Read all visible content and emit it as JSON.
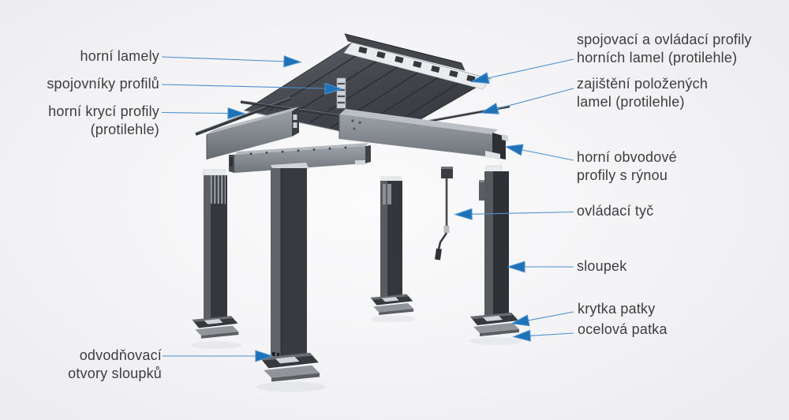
{
  "diagram": {
    "type": "exploded-pergola-parts-diagram",
    "labels": {
      "horni_lamely": "horní lamely",
      "spojovniky_profilu": "spojovníky profilů",
      "horni_kryci_profily": "horní krycí profily\n(protilehle)",
      "odvodnovaci_otvory": "odvodňovací\notvory sloupků",
      "spojovaci_ovladaci": "spojovací a ovládací profily\nhorních lamel (protilehle)",
      "zajisteni_lamel": "zajištění položených\nlamel (protilehle)",
      "horni_obvodove": "horní obvodové\nprofily s rýnou",
      "ovladaci_tyc": "ovládací tyč",
      "sloupek": "sloupek",
      "krytka_patky": "krytka patky",
      "ocelova_patka": "ocelová patka"
    },
    "colors": {
      "background": "#f2f2f4",
      "text": "#3d3d3f",
      "arrow": "#1d72b8",
      "leader_line": "#4b8fce",
      "structure_dark": "#33373c",
      "structure_mid": "#73787d",
      "structure_light": "#bcc0c4"
    }
  }
}
